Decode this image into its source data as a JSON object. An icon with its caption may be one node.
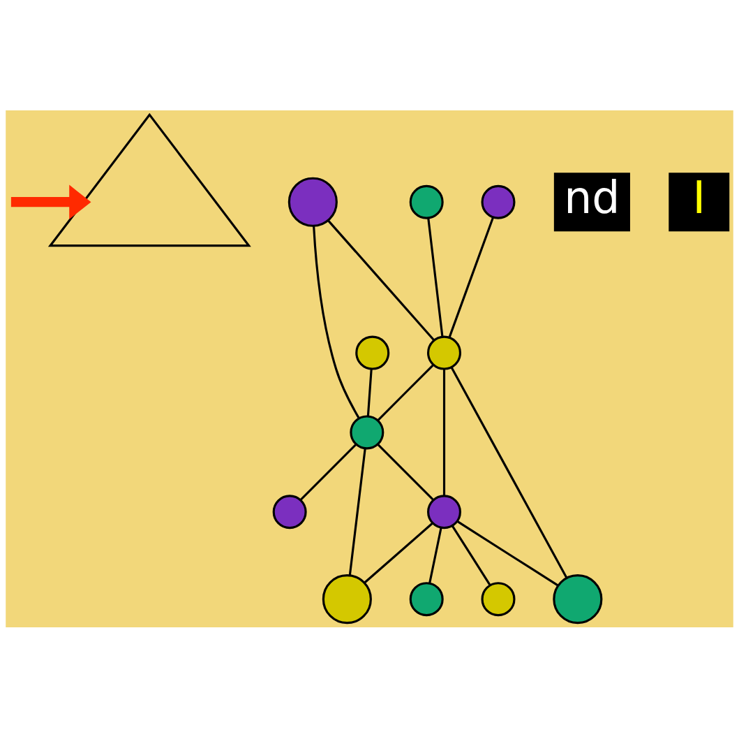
{
  "diagram": {
    "nodes": [
      {
        "text": [],
        "shape": "triangle"
      },
      {
        "text": [],
        "shape": "circle"
      },
      {
        "text": [],
        "shape": "circle"
      },
      {
        "text": [],
        "shape": "circle"
      },
      {
        "text": [],
        "shape": "circle"
      },
      {
        "text": [],
        "shape": "circle"
      },
      {
        "text": [],
        "shape": "circle"
      },
      {
        "text": [],
        "shape": "circle"
      },
      {
        "text": [],
        "shape": "circle"
      },
      {
        "text": [],
        "shape": "circle"
      },
      {
        "text": [],
        "shape": "circle"
      },
      {
        "text": [],
        "shape": "circle"
      },
      {
        "text": [],
        "shape": "circle"
      }
    ],
    "edges": [
      {
        "from": 1,
        "to": 4,
        "arrow": "none"
      },
      {
        "from": 1,
        "to": 5,
        "arrow": "none"
      },
      {
        "from": 2,
        "to": 4,
        "arrow": "none"
      },
      {
        "from": 3,
        "to": 5,
        "arrow": "none"
      },
      {
        "from": 4,
        "to": 5,
        "arrow": "none"
      },
      {
        "from": 6,
        "to": 4,
        "arrow": "none"
      },
      {
        "from": 5,
        "to": 7,
        "arrow": "none"
      },
      {
        "from": 4,
        "to": 8,
        "arrow": "none"
      },
      {
        "from": 5,
        "to": 8,
        "arrow": "none"
      },
      {
        "from": 4,
        "to": 9,
        "arrow": "none"
      },
      {
        "from": 5,
        "to": 12,
        "arrow": "none"
      },
      {
        "from": 8,
        "to": 9,
        "arrow": "none"
      },
      {
        "from": 8,
        "to": 10,
        "arrow": "none"
      },
      {
        "from": 8,
        "to": 11,
        "arrow": "none"
      },
      {
        "from": 8,
        "to": 12,
        "arrow": "none"
      },
      {
        "from": null,
        "to": 0,
        "arrow": "to",
        "style": "thick",
        "color": "#ff2a00"
      }
    ],
    "labels": [
      "nd",
      "I"
    ]
  }
}
